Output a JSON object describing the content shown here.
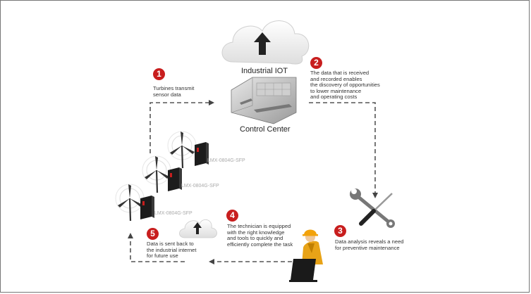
{
  "cloud": {
    "label": "Industrial IOT"
  },
  "control_center": {
    "label": "Control Center"
  },
  "steps": [
    {
      "number": "1",
      "lines": [
        "Turbines transmit",
        "sensor data"
      ]
    },
    {
      "number": "2",
      "lines": [
        "The data that is received",
        "and recorded enables",
        "the discovery of opportunities",
        "to lower maintenance",
        "and operating costs"
      ]
    },
    {
      "number": "3",
      "lines": [
        "Data analysis reveals a need",
        "for preventive maintenance"
      ]
    },
    {
      "number": "4",
      "lines": [
        "The technician is equipped",
        "with the right knowledge",
        "and tools to quickly and",
        "efficiently complete the task"
      ]
    },
    {
      "number": "5",
      "lines": [
        "Data is sent back to",
        "the industrial internet",
        "for future use"
      ]
    }
  ],
  "devices": [
    {
      "model": "LMX-0804G-SFP"
    },
    {
      "model": "LMX-0804G-SFP"
    },
    {
      "model": "LMX-0804G-SFP"
    }
  ],
  "colors": {
    "accent": "#c81e1e",
    "arrow": "#555555",
    "cloud": "#eeeeee"
  }
}
